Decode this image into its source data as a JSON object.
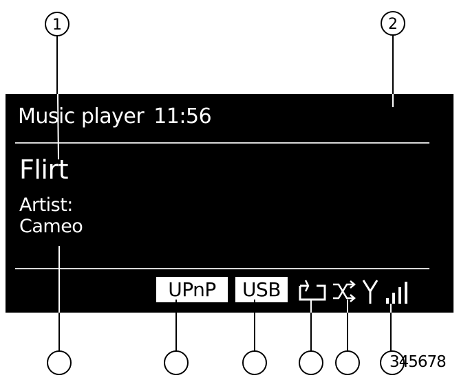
{
  "display": {
    "header_title": "Music player",
    "header_time": "11:56",
    "track_title": "Flirt",
    "artist_label": "Artist:",
    "artist_name": "Cameo",
    "source_upnp": "UPnP",
    "source_usb": "USB",
    "icons": [
      "repeat-icon",
      "shuffle-icon",
      "antenna-icon",
      "signal-strength-icon"
    ]
  },
  "callouts": {
    "top_left": "1",
    "top_right": "2",
    "bottom_numbers": "345678"
  },
  "colors": {
    "screen_bg": "#000000",
    "screen_text": "#ffffff",
    "line": "#000000"
  }
}
